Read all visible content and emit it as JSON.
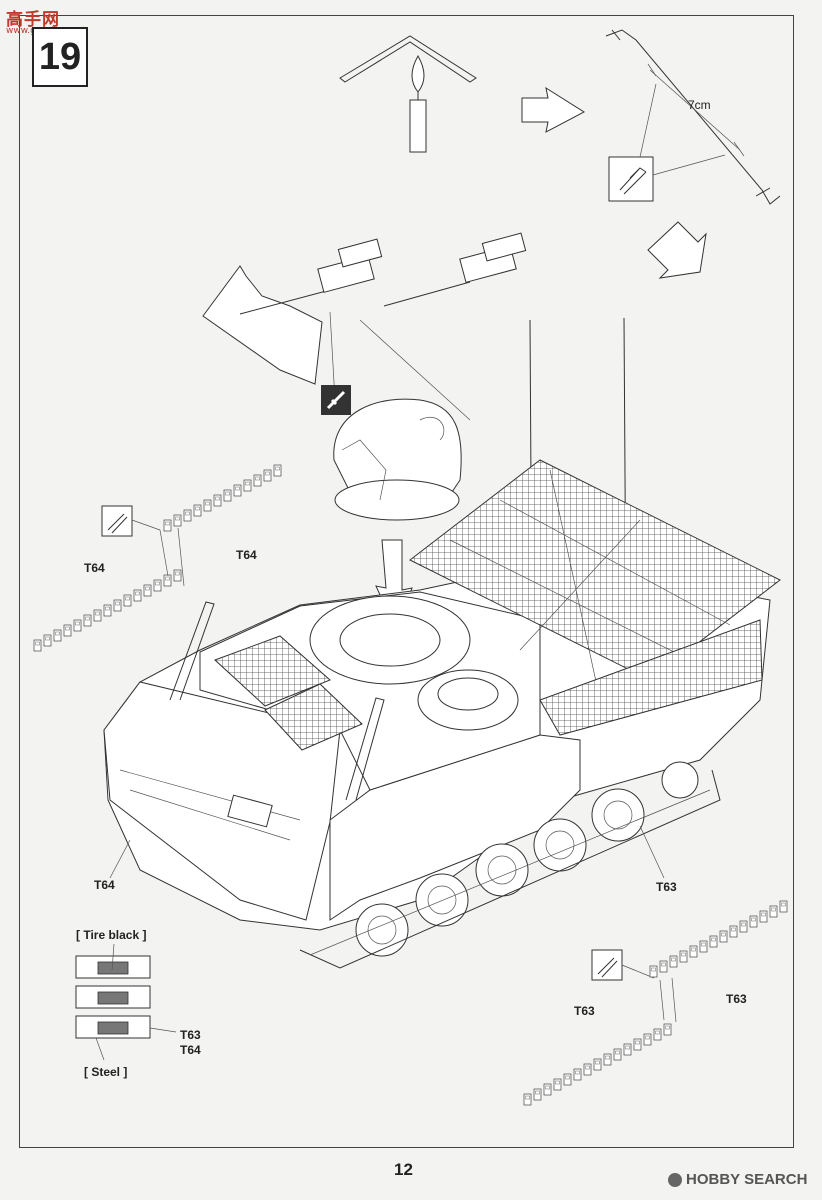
{
  "watermark": {
    "title": "高手网",
    "url": "www.gaoshou.net"
  },
  "step_number": "19",
  "dimension_label": "7cm",
  "labels": {
    "t64_top": "T64",
    "t64_left": "T64",
    "t64_hull": "T64",
    "t63_hull": "T63",
    "t63_right": "T63",
    "t63_bottom": "T63",
    "legend_t63": "T63",
    "legend_t64": "T64"
  },
  "legend": {
    "tire": "[ Tire black ]",
    "steel": "[ Steel ]"
  },
  "page_number": "12",
  "footer_brand": "HOBBY SEARCH",
  "icons": [
    "candle-flame-icon",
    "arrow-right-icon",
    "nipper-icon",
    "arrow-down-icon",
    "glue-icon",
    "tank-hull"
  ]
}
